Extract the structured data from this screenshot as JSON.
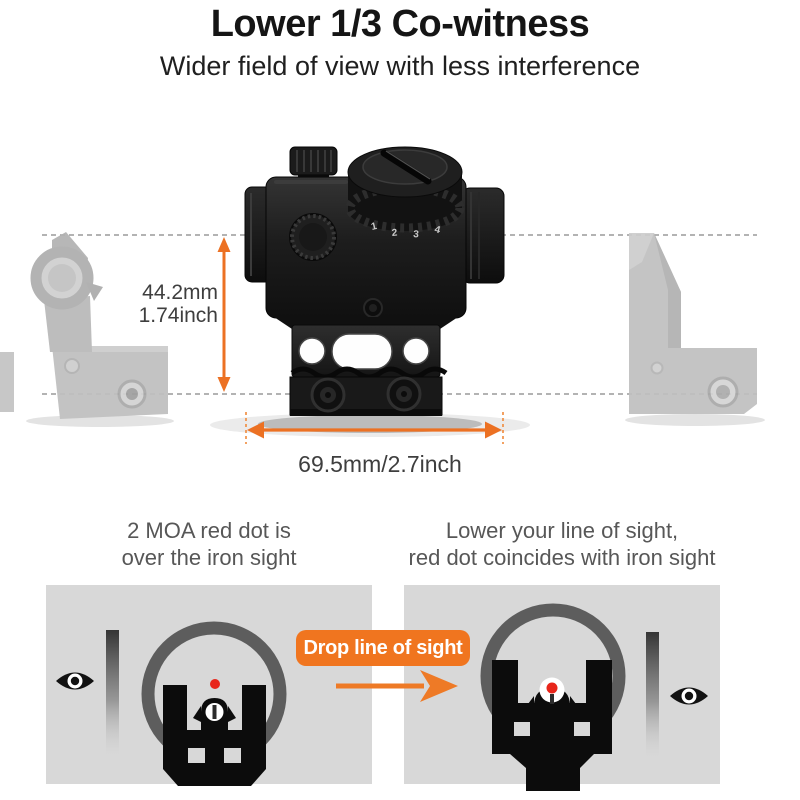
{
  "header": {
    "title": "Lower 1/3 Co-witness",
    "subtitle": "Wider field of view with less interference"
  },
  "dimension_diagram": {
    "height_label_line1": "44.2mm",
    "height_label_line2": "1.74inch",
    "width_label": "69.5mm/2.7inch",
    "dial_numbers": [
      "1",
      "2",
      "3",
      "4"
    ]
  },
  "comparison": {
    "left": {
      "caption_line1": "2 MOA red dot is",
      "caption_line2": "over the iron sight"
    },
    "right": {
      "caption_line1": "Lower your line of sight,",
      "caption_line2": "red dot coincides with iron sight"
    },
    "badge": "Drop line of sight"
  },
  "icons": {
    "eye": "eye-icon",
    "red_dot": "red-dot",
    "sight_ring": "sight-ring"
  },
  "colors": {
    "accent_orange": "#ee7522",
    "badge_orange": "#f0751f",
    "panel_background": "#d8d8d8",
    "ring_gray": "#5d5d5d",
    "caption_gray": "#575757",
    "text_dark": "#3e3e3e",
    "title_black": "#151515",
    "red_dot": "#e8251a",
    "silhouette_black": "#0c0c0c",
    "ghost_gray": "#bfbfbf"
  }
}
